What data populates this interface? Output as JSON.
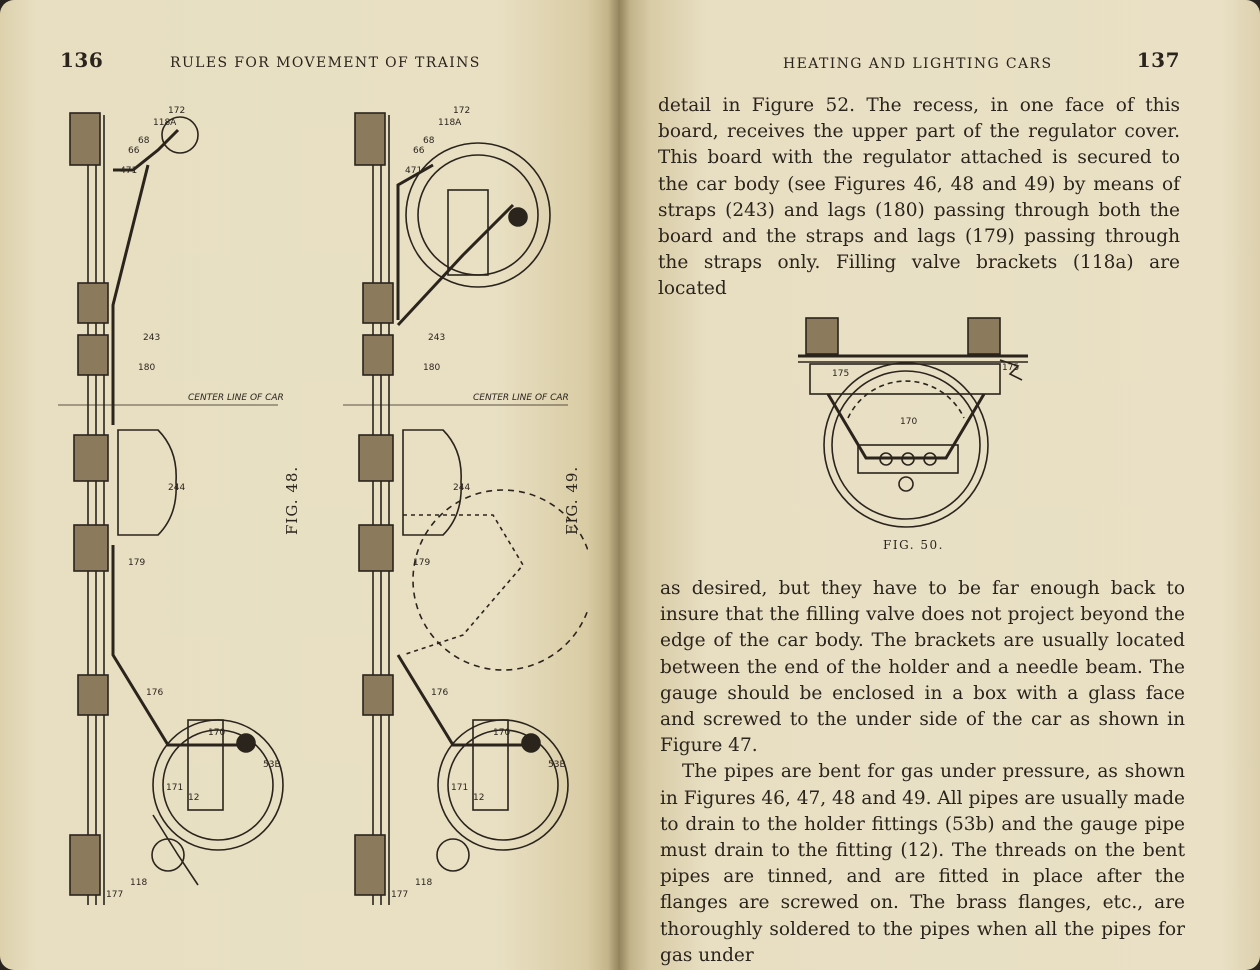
{
  "left_page": {
    "page_number": "136",
    "running_head": "RULES FOR MOVEMENT OF TRAINS",
    "figures": [
      {
        "label": "FIG. 48."
      },
      {
        "label": "FIG. 49."
      }
    ],
    "callouts": {
      "center_line": "CENTER LINE OF CAR",
      "parts": [
        "172",
        "118A",
        "68",
        "66",
        "471",
        "170",
        "171",
        "53B",
        "243",
        "180",
        "176",
        "244",
        "179",
        "12",
        "177",
        "118"
      ]
    }
  },
  "right_page": {
    "page_number": "137",
    "running_head": "HEATING AND LIGHTING CARS",
    "paragraph_1": "detail in Figure 52. The recess, in one face of this board, receives the upper part of the regulator cover. This board with the regulator attached is secured to the car body (see Figures 46, 48 and 49) by means of straps (243) and lags (180) passing through both the board and the straps and lags (179) passing through the straps only. Filling valve brackets (118a) are located",
    "figure": {
      "caption": "FIG. 50.",
      "callouts": [
        "175",
        "175",
        "170"
      ]
    },
    "paragraph_2": "as desired, but they have to be far enough back to insure that the filling valve does not project beyond the edge of the car body. The brackets are usually located between the end of the holder and a needle beam. The gauge should be enclosed in a box with a glass face and screwed to the under side of the car as shown in Figure 47.",
    "paragraph_3": "The pipes are bent for gas under pressure, as shown in Figures 46, 47, 48 and 49. All pipes are usually made to drain to the holder fittings (53b) and the gauge pipe must drain to the fitting (12). The threads on the bent pipes are tinned, and are fitted in place after the flanges are screwed on. The brass flanges, etc., are thoroughly soldered to the pipes when all the pipes for gas under"
  },
  "colors": {
    "paper": "#e9e0c4",
    "ink": "#2b241d",
    "background": "#2a2420"
  }
}
